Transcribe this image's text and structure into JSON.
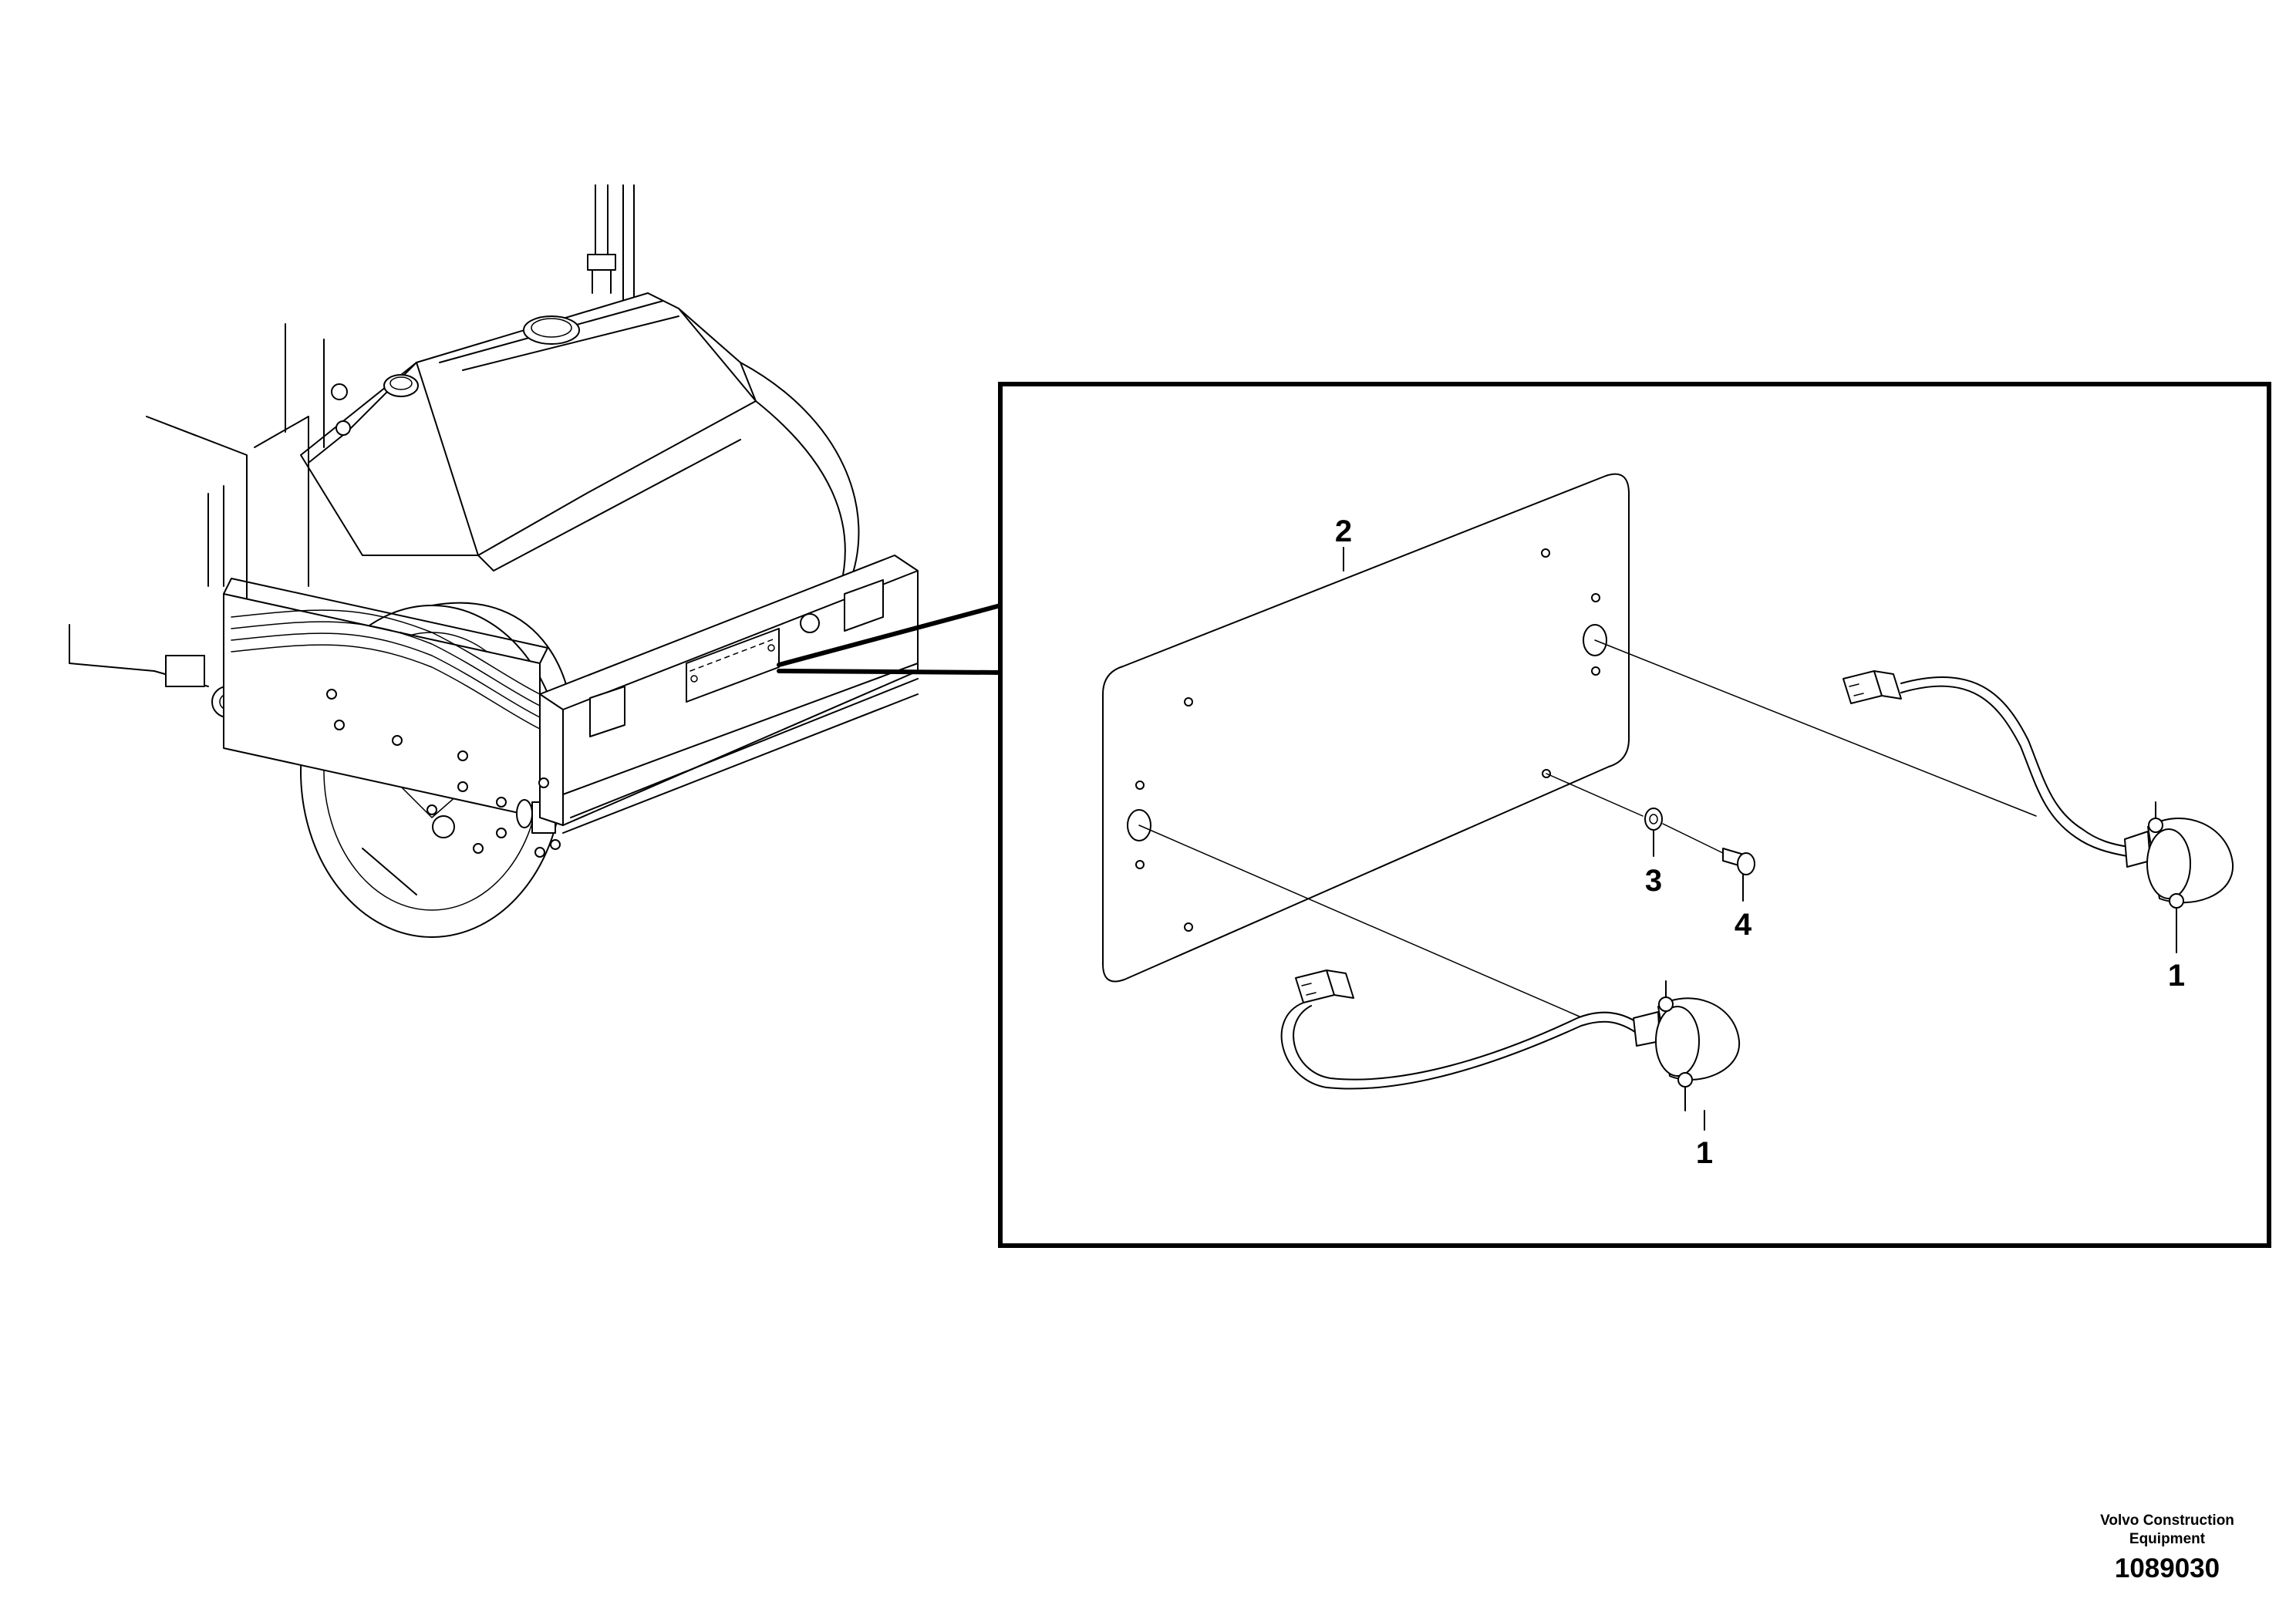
{
  "callouts": {
    "plate": "2",
    "lamp_left": "1",
    "lamp_right": "1",
    "washer": "3",
    "screw": "4"
  },
  "footer": {
    "brand_line1": "Volvo Construction",
    "brand_line2": "Equipment",
    "drawing_number": "1089030"
  }
}
